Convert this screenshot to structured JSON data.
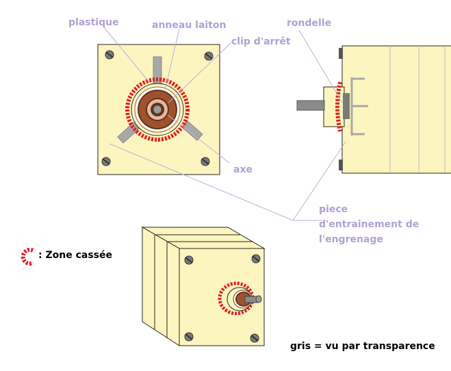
{
  "labels": {
    "plastique": "plastique",
    "anneau_laiton": "anneau laiton",
    "clip_arret": "clip d'arrêt",
    "rondelle": "rondelle",
    "axe": "axe",
    "piece_line1": "piece",
    "piece_line2": "d'entrainement de",
    "piece_line3": "l'engrenage",
    "zone_cassee": ": Zone cassée",
    "gris_note": "gris = vu par transparence"
  },
  "colors": {
    "body_fill": "#fdf5bf",
    "label_purple": "#b0a0d6",
    "broken_red": "#e02020",
    "brass_brown": "#a0522d",
    "dark_brown": "#5c3317",
    "grey_part": "#a8a8a8",
    "screw_grey": "#7a7a7a",
    "leader_line": "#b8b0dc"
  },
  "icons": {
    "screw": "screw-head-icon",
    "broken_zone": "broken-zone-legend-icon"
  }
}
